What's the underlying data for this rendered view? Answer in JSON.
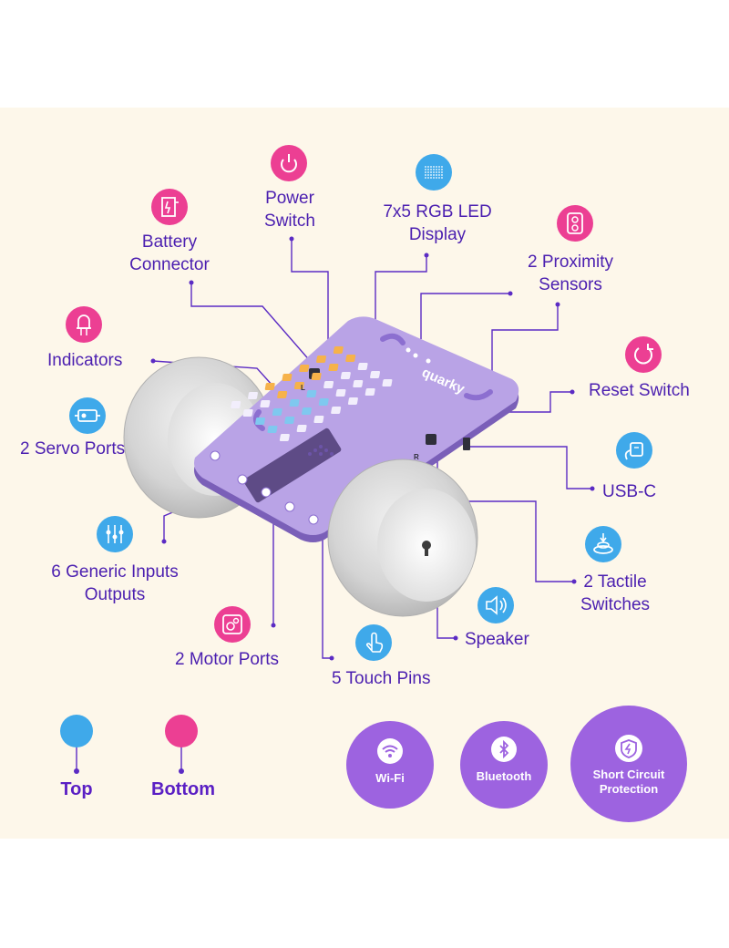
{
  "labels": {
    "power_switch": [
      "Power",
      "Switch"
    ],
    "led_display": [
      "7x5 RGB LED",
      "Display"
    ],
    "battery_connector": [
      "Battery",
      "Connector"
    ],
    "proximity_sensors": [
      "2 Proximity",
      "Sensors"
    ],
    "indicators": [
      "Indicators"
    ],
    "reset_switch": [
      "Reset Switch"
    ],
    "servo_ports": [
      "2 Servo Ports"
    ],
    "usb_c": [
      "USB-C"
    ],
    "generic_io": [
      "6 Generic Inputs",
      "Outputs"
    ],
    "tactile_switches": [
      "2 Tactile",
      "Switches"
    ],
    "speaker": [
      "Speaker"
    ],
    "motor_ports": [
      "2 Motor Ports"
    ],
    "touch_pins": [
      "5 Touch Pins"
    ]
  },
  "board": {
    "brand": "quarky",
    "key_left": "L",
    "key_right": "R"
  },
  "legend": {
    "top": "Top",
    "bottom": "Bottom",
    "top_color": "#3fa9ea",
    "bottom_color": "#ec3f93"
  },
  "features": {
    "wifi": "Wi-Fi",
    "bluetooth": "Bluetooth",
    "short_circuit": [
      "Short Circuit",
      "Protection"
    ]
  },
  "colors": {
    "background": "#fdf7ea",
    "label_text": "#4b1fb0",
    "leader_line": "#5b2bc4",
    "board": "#b9a3e6",
    "feature_circle": "#9d63e0"
  },
  "icons": {
    "power_switch": "power-icon",
    "led_display": "led-matrix-icon",
    "battery_connector": "battery-connector-icon",
    "proximity_sensors": "proximity-sensor-icon",
    "indicators": "led-bulb-icon",
    "reset_switch": "reset-icon",
    "servo_ports": "servo-icon",
    "usb_c": "usb-c-icon",
    "generic_io": "io-pins-icon",
    "tactile_switches": "tactile-switch-icon",
    "speaker": "speaker-icon",
    "motor_ports": "motor-icon",
    "touch_pins": "touch-icon",
    "wifi": "wifi-icon",
    "bluetooth": "bluetooth-icon",
    "short_circuit": "shield-icon"
  }
}
